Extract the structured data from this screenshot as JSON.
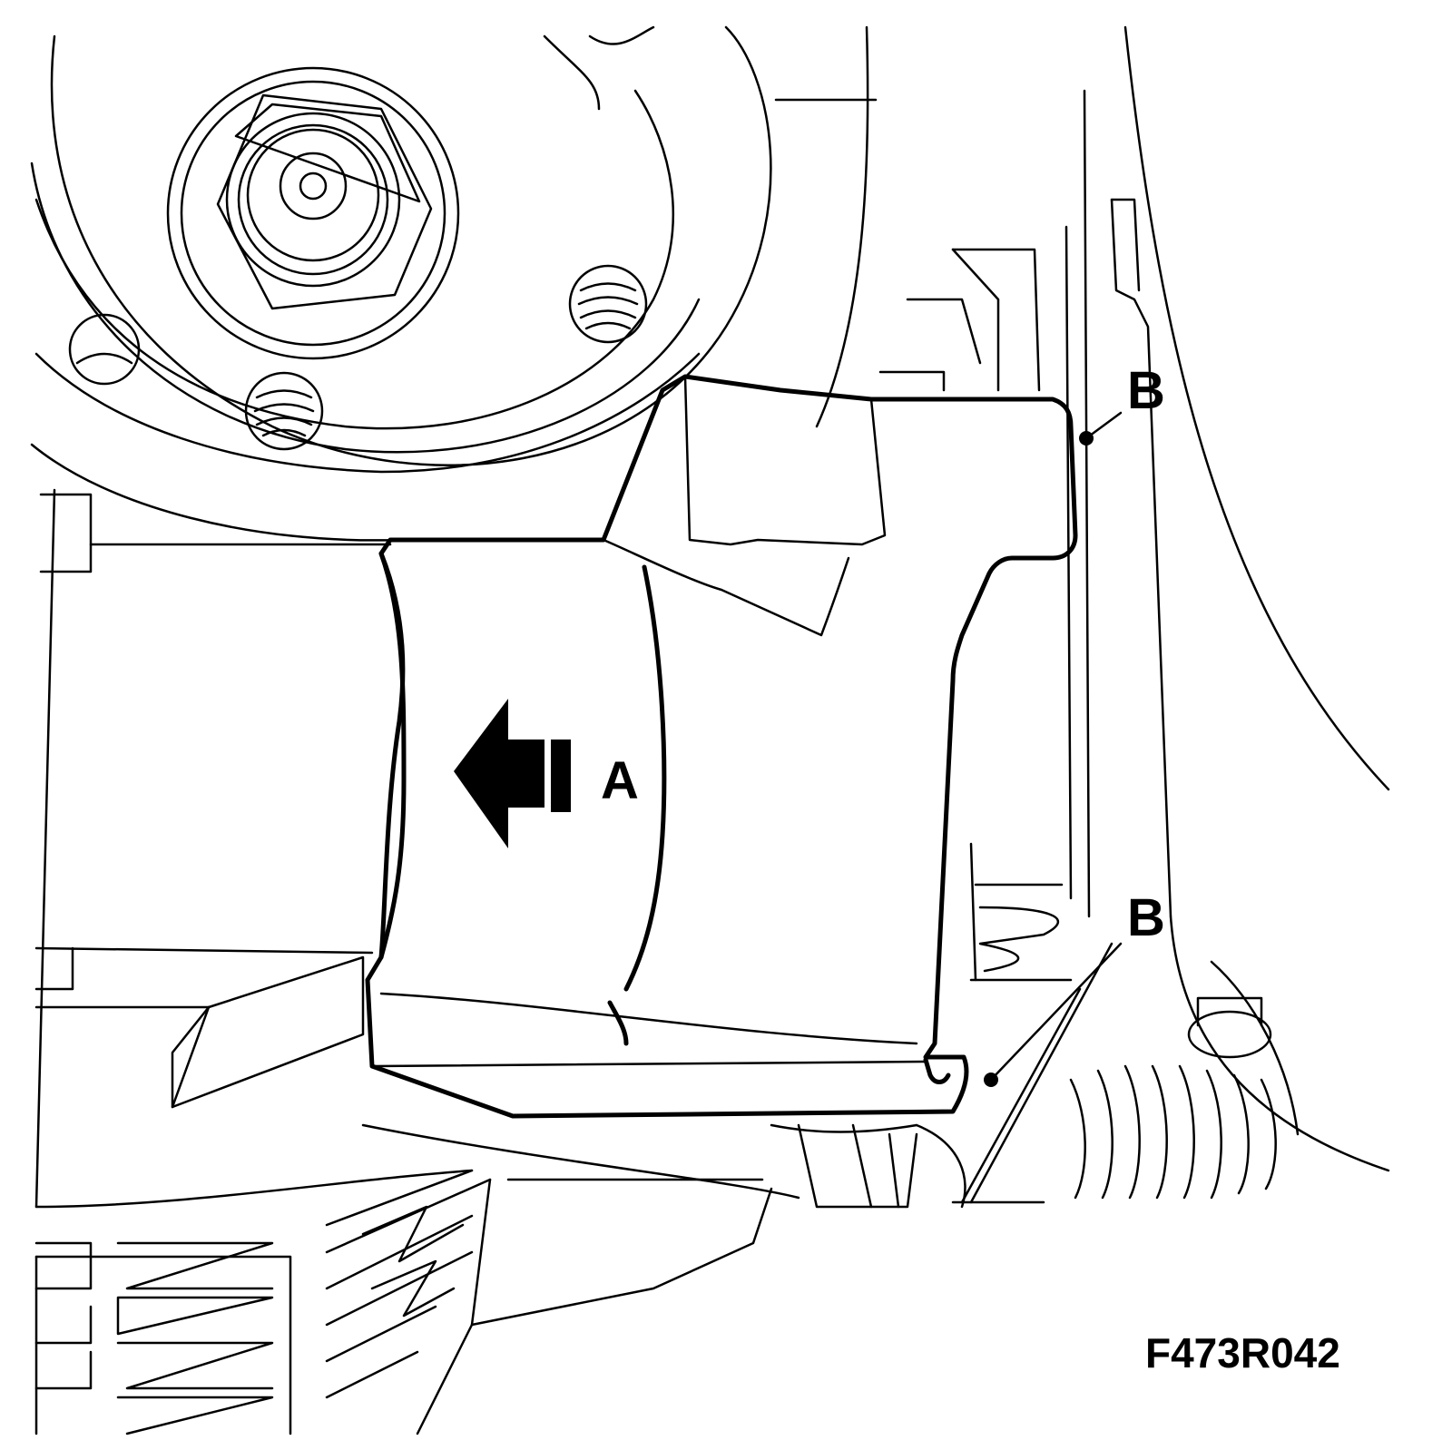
{
  "diagram": {
    "callouts": {
      "a": "A",
      "b_upper": "B",
      "b_lower": "B"
    },
    "figure_code": "F473R042",
    "colors": {
      "line": "#000000",
      "background": "#ffffff"
    },
    "icons": {
      "direction_arrow": "arrow-left-icon"
    }
  }
}
